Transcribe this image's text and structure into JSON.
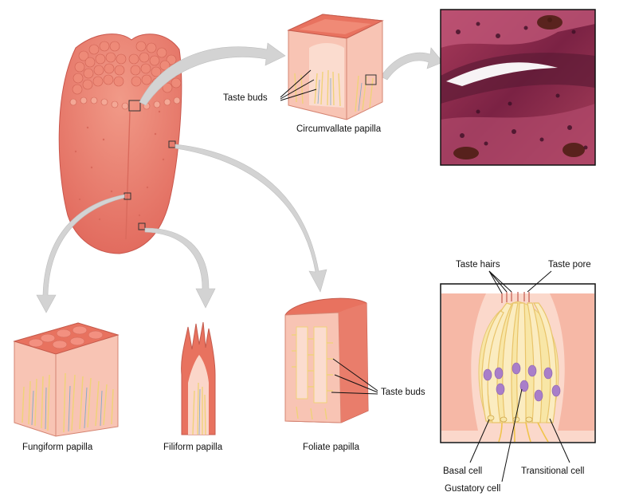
{
  "labels": {
    "taste_buds_top": "Taste buds",
    "circumvallate": "Circumvallate papilla",
    "fungiform": "Fungiform papilla",
    "filiform": "Filiform papilla",
    "foliate": "Foliate papilla",
    "taste_buds_mid": "Taste buds",
    "taste_hairs": "Taste hairs",
    "taste_pore": "Taste pore",
    "basal_cell": "Basal cell",
    "gustatory_cell": "Gustatory cell",
    "transitional_cell": "Transitional cell"
  },
  "colors": {
    "tongue": "#e7766a",
    "tongue_light": "#f2a392",
    "tissue_pink": "#f6b8a6",
    "tissue_pale": "#fbd8cb",
    "cell_yellow": "#f8e6a6",
    "nucleus_purple": "#a97ec9",
    "arrow_gray": "#cfcfcf",
    "histology_dark": "#6e1f3c"
  }
}
